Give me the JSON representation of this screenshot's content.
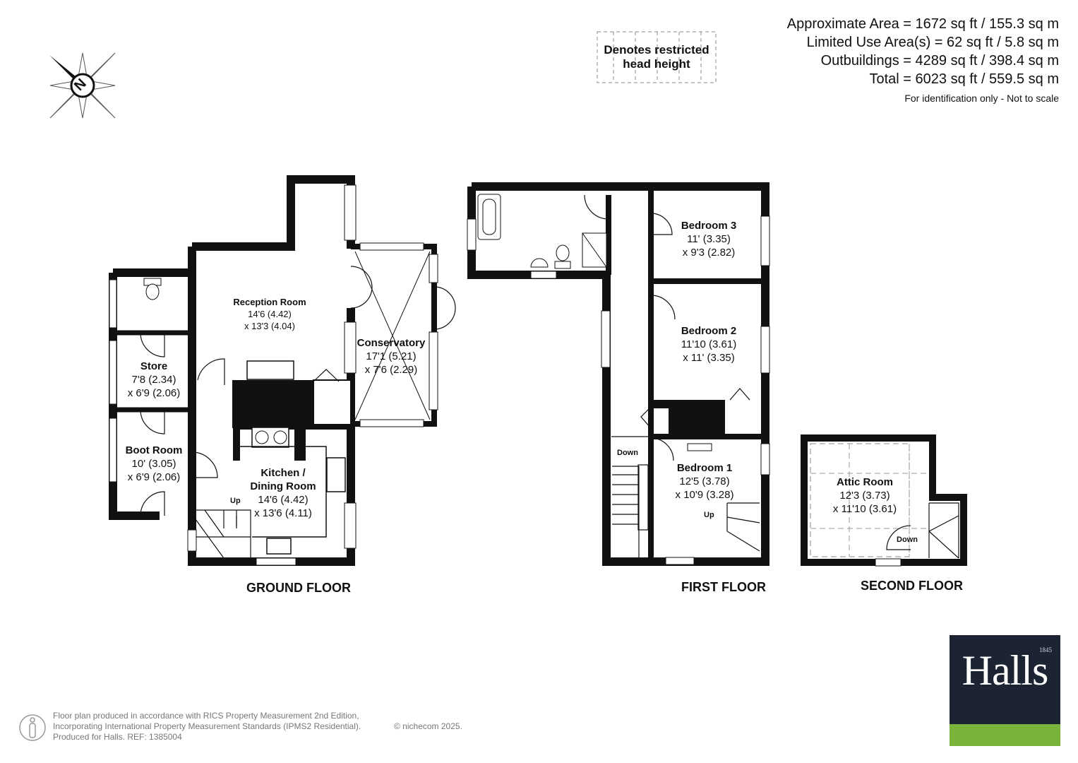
{
  "areas": {
    "approximate": "Approximate Area = 1672 sq ft / 155.3 sq m",
    "limited_use": "Limited Use Area(s) = 62 sq ft / 5.8 sq m",
    "outbuildings": "Outbuildings = 4289 sq ft / 398.4 sq m",
    "total": "Total = 6023 sq ft / 559.5 sq m",
    "note": "For identification only - Not to scale"
  },
  "legend": {
    "line1": "Denotes restricted",
    "line2": "head height"
  },
  "compass": {
    "letter": "N",
    "icon": "compass-rose-icon"
  },
  "floors": {
    "ground": "GROUND FLOOR",
    "first": "FIRST FLOOR",
    "second": "SECOND FLOOR"
  },
  "rooms": {
    "reception": {
      "name": "Reception Room",
      "d1": "14'6 (4.42)",
      "d2": "x 13'3 (4.04)"
    },
    "conservatory": {
      "name": "Conservatory",
      "d1": "17'1 (5.21)",
      "d2": "x 7'6 (2.29)"
    },
    "store": {
      "name": "Store",
      "d1": "7'8 (2.34)",
      "d2": "x 6'9 (2.06)"
    },
    "boot": {
      "name": "Boot Room",
      "d1": "10' (3.05)",
      "d2": "x 6'9 (2.06)"
    },
    "kitchen": {
      "name1": "Kitchen /",
      "name2": "Dining Room",
      "d1": "14'6 (4.42)",
      "d2": "x 13'6 (4.11)"
    },
    "bedroom3": {
      "name": "Bedroom 3",
      "d1": "11' (3.35)",
      "d2": "x 9'3 (2.82)"
    },
    "bedroom2": {
      "name": "Bedroom 2",
      "d1": "11'10 (3.61)",
      "d2": "x 11' (3.35)"
    },
    "bedroom1": {
      "name": "Bedroom 1",
      "d1": "12'5 (3.78)",
      "d2": "x 10'9 (3.28)"
    },
    "attic": {
      "name": "Attic Room",
      "d1": "12'3 (3.73)",
      "d2": "x 11'10 (3.61)"
    }
  },
  "stairs": {
    "up": "Up",
    "down": "Down"
  },
  "footer": {
    "line1": "Floor plan produced in accordance with RICS Property Measurement 2nd Edition,",
    "line2": "Incorporating International Property Measurement Standards (IPMS2 Residential).",
    "line3": "Produced for Halls.   REF: 1385004",
    "copyright": "© nichecom 2025."
  },
  "logo": {
    "word": "Halls",
    "year": "1845",
    "colors": {
      "navy": "#1c2433",
      "green": "#7ab33a"
    }
  }
}
